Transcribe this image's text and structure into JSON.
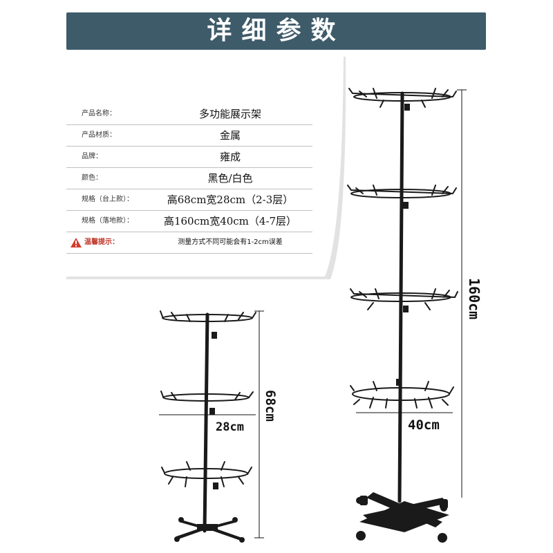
{
  "header": {
    "title": "详细参数"
  },
  "specs": [
    {
      "label": "产品名称：",
      "value": "多功能展示架"
    },
    {
      "label": "产品材质：",
      "value": "金属"
    },
    {
      "label": "品牌：",
      "value": "雍成"
    },
    {
      "label": "颜色：",
      "value": "黑色/白色"
    },
    {
      "label": "规格（台上款）：",
      "value": "高68cm宽28cm（2-3层）"
    },
    {
      "label": "规格（落地款）：",
      "value": "高160cm宽40cm（4-7层）"
    }
  ],
  "warning": {
    "label": "温馨提示：",
    "text": "测量方式不同可能会有1-2cm误差",
    "icon": "warning-icon"
  },
  "dimensions": {
    "small_height": "68cm",
    "small_width": "28cm",
    "large_height": "160cm",
    "large_width": "40cm"
  },
  "colors": {
    "header_bg": "#3e5b6a",
    "rack": "#1a1a1a"
  }
}
